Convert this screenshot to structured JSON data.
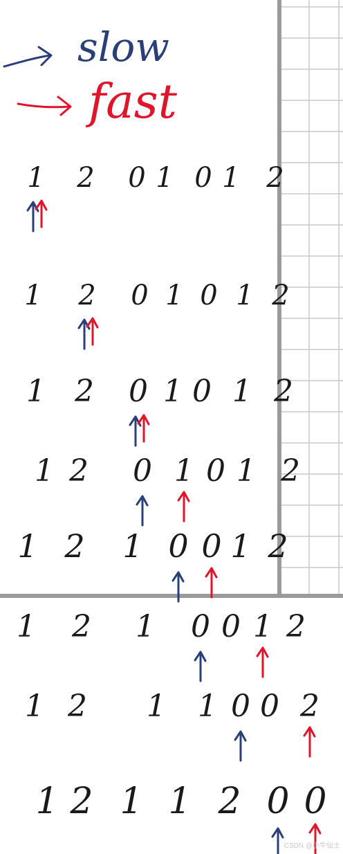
{
  "legend": {
    "slow": {
      "label": "slow",
      "color": "#2a3f7a"
    },
    "fast": {
      "label": "fast",
      "color": "#e0142a"
    }
  },
  "ink_color": "#1a1a1a",
  "steps": [
    {
      "digits": [
        "1",
        "2",
        "0",
        "1",
        "0",
        "1",
        "2"
      ],
      "slow_at": 0,
      "fast_at": 0
    },
    {
      "digits": [
        "1",
        "2",
        "0",
        "1",
        "0",
        "1",
        "2"
      ],
      "slow_at": 1,
      "fast_at": 1
    },
    {
      "digits": [
        "1",
        "2",
        "0",
        "1",
        "0",
        "1",
        "2"
      ],
      "slow_at": 2,
      "fast_at": 2
    },
    {
      "digits": [
        "1",
        "2",
        "0",
        "1",
        "0",
        "1",
        "2"
      ],
      "slow_at": 2,
      "fast_at": 3
    },
    {
      "digits": [
        "1",
        "2",
        "1",
        "0",
        "0",
        "1",
        "2"
      ],
      "slow_at": 3,
      "fast_at": 4
    },
    {
      "digits": [
        "1",
        "2",
        "1",
        "0",
        "0",
        "1",
        "2"
      ],
      "slow_at": 3,
      "fast_at": 5
    },
    {
      "digits": [
        "1",
        "2",
        "1",
        "1",
        "0",
        "0",
        "2"
      ],
      "slow_at": 4,
      "fast_at": 6
    },
    {
      "digits": [
        "1",
        "2",
        "1",
        "1",
        "2",
        "0",
        "0"
      ],
      "slow_at": 5,
      "fast_at": 6
    }
  ],
  "watermark": "CSDN @小牛仙士"
}
